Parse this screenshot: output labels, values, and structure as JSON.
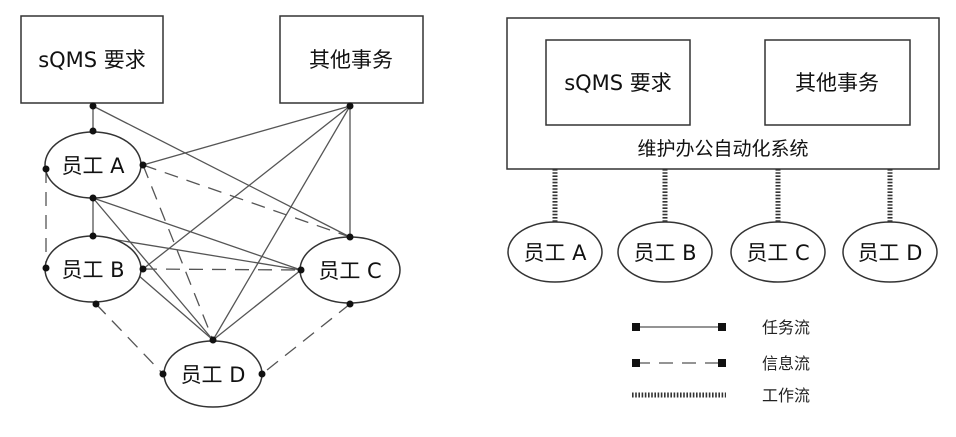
{
  "left_diagram": {
    "box_sqms": "sQMS 要求",
    "box_other": "其他事务",
    "emp_a": "员工 A",
    "emp_b": "员工 B",
    "emp_c": "员工 C",
    "emp_d": "员工 D"
  },
  "right_diagram": {
    "box_sqms": "sQMS 要求",
    "box_other": "其他事务",
    "system_label": "维护办公自动化系统",
    "emp_a": "员工 A",
    "emp_b": "员工 B",
    "emp_c": "员工 C",
    "emp_d": "员工 D"
  },
  "legend": {
    "task_flow": "任务流",
    "info_flow": "信息流",
    "work_flow": "工作流"
  }
}
